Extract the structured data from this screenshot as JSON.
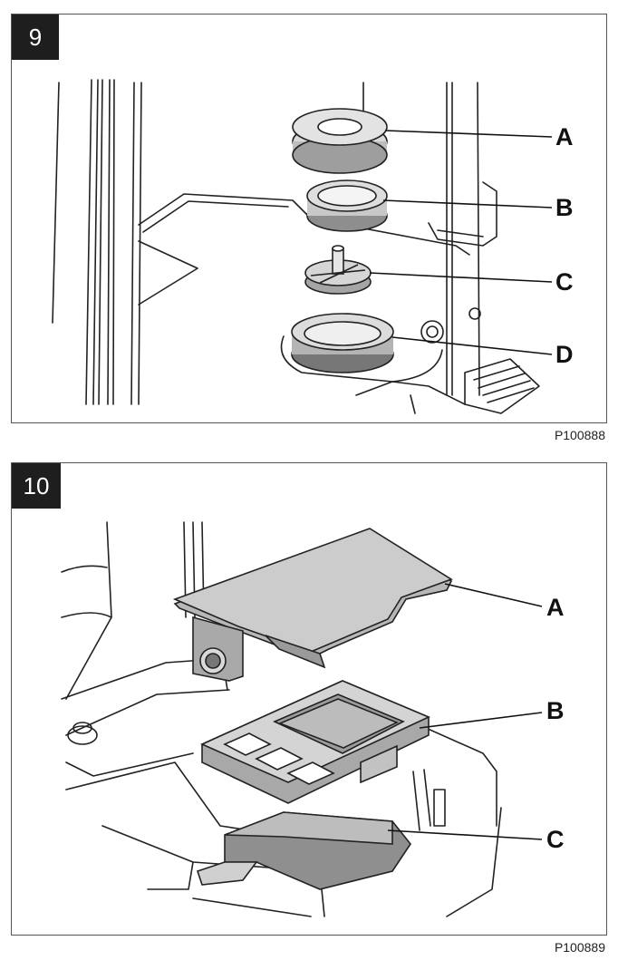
{
  "figures": [
    {
      "step": "9",
      "callouts": [
        "A",
        "B",
        "C",
        "D"
      ],
      "reference": "P100888"
    },
    {
      "step": "10",
      "callouts": [
        "A",
        "B",
        "C"
      ],
      "reference": "P100889"
    }
  ]
}
